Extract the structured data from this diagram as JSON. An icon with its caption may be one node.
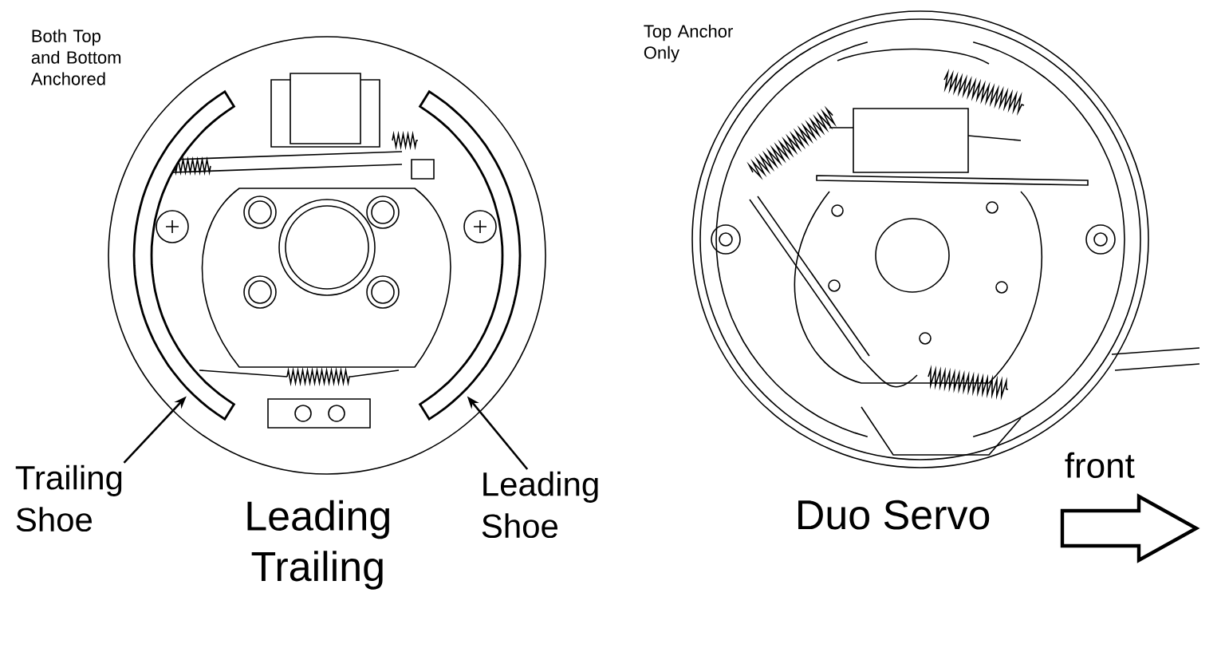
{
  "diagram": {
    "nodes": [
      {
        "text": [
          "Trailing Shoe"
        ]
      },
      {
        "text": [],
        "shape": "picture"
      },
      {
        "text": [
          "Leading Shoe"
        ]
      },
      {
        "text": [],
        "shape": "picture"
      }
    ],
    "edges": [
      {
        "from": 0,
        "to": 1,
        "arrow": "to"
      },
      {
        "from": 2,
        "to": 3,
        "arrow": "to"
      }
    ],
    "labels": [
      "Both Top and Bottom Anchored",
      "Top Anchor Only",
      "Leading Trailing",
      "Duo Servo",
      "front"
    ]
  }
}
